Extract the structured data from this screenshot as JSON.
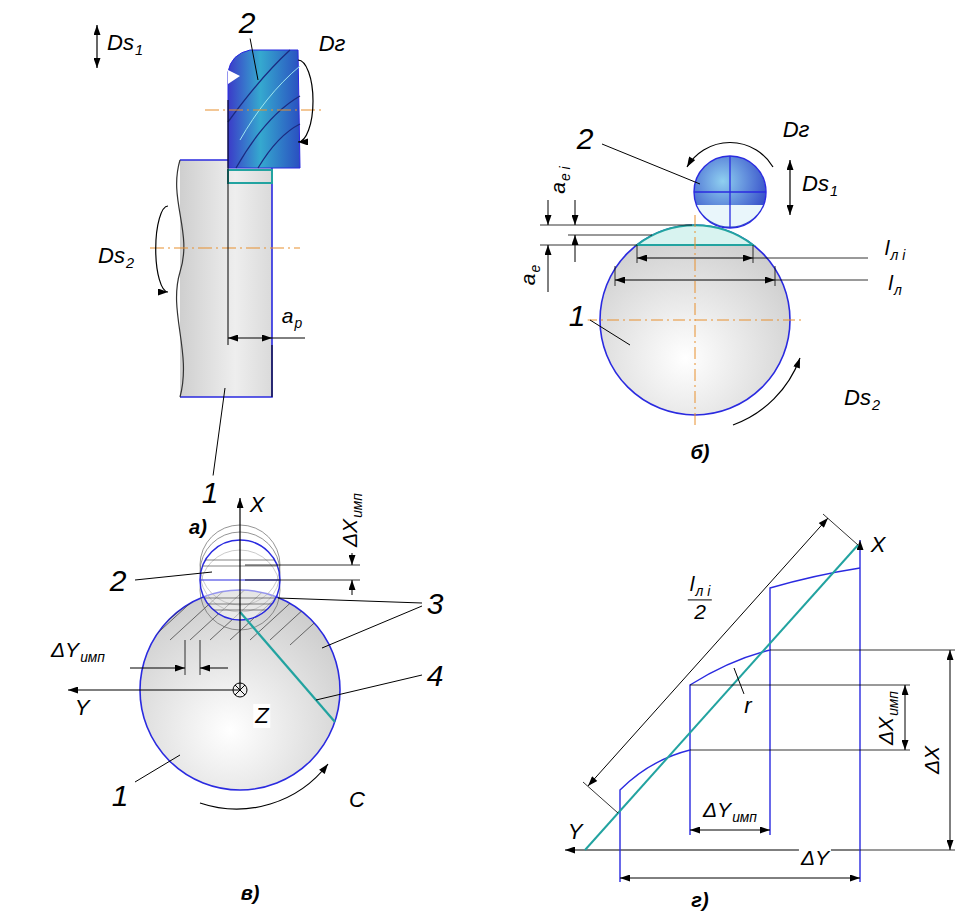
{
  "diagram": {
    "labels": [
      "2",
      "Ds",
      "1",
      "Dг",
      "Ds",
      "2",
      "a",
      "p",
      "1",
      "а)",
      "Dг",
      "2",
      "Ds",
      "1",
      "a",
      "e i",
      "a",
      "e",
      "l",
      "л i",
      "l",
      "л",
      "1",
      "Ds",
      "2",
      "б)",
      "X",
      "2",
      "ΔX",
      "имп",
      "3",
      "ΔY",
      "имп",
      "4",
      "Y",
      "Z",
      "1",
      "C",
      "в)",
      "X",
      "l",
      "л i",
      "2",
      "r",
      "Y",
      "ΔX",
      "имп",
      "ΔX",
      "ΔY",
      "имп",
      "ΔY",
      "г)"
    ]
  }
}
